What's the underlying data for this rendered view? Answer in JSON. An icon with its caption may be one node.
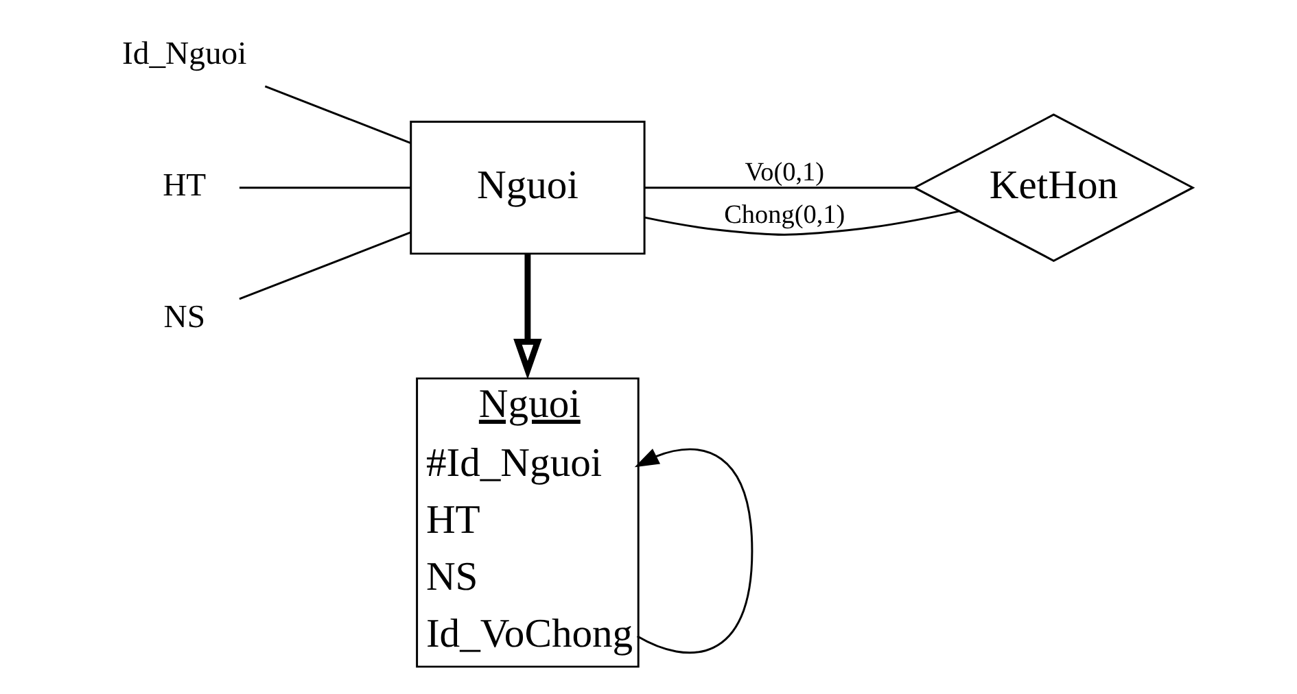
{
  "diagram": {
    "nodes": [
      {
        "text": [
          "Id_Nguoi"
        ]
      },
      {
        "text": [
          "HT"
        ]
      },
      {
        "text": [
          "NS"
        ]
      },
      {
        "text": [
          "Nguoi"
        ]
      },
      {
        "text": [
          "KetHon"
        ]
      },
      {
        "text": [
          "Nguoi",
          "#Id_Nguoi",
          "HT",
          "NS",
          "Id_VoChong"
        ]
      }
    ],
    "edges": [
      {
        "from": 0,
        "to": 3,
        "arrow": "none"
      },
      {
        "from": 1,
        "to": 3,
        "arrow": "none"
      },
      {
        "from": 2,
        "to": 3,
        "arrow": "none"
      },
      {
        "from": 3,
        "to": 4,
        "arrow": "none",
        "label": "Vo(0,1)"
      },
      {
        "from": 3,
        "to": 4,
        "arrow": "none",
        "label": "Chong(0,1)"
      },
      {
        "from": 3,
        "to": 5,
        "arrow": "to",
        "style": "thick"
      },
      {
        "from": 5,
        "to": 5,
        "arrow": "to"
      }
    ]
  }
}
